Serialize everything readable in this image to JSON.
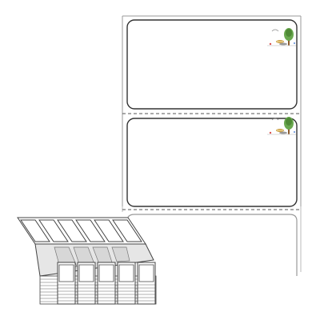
{
  "product": {
    "type": "fanfold label stock",
    "labels_visible": 2,
    "perforation": "dashed",
    "label_corner": "rounded"
  },
  "icons": {
    "label_logo": "tree-picnic-logo-icon",
    "stack_illustration": "fanfold-stack-icon"
  },
  "colors": {
    "outline": "#333333",
    "perforation": "#555555",
    "tree_foliage": "#6aa84f",
    "logo_accent": "#c89b3c"
  }
}
